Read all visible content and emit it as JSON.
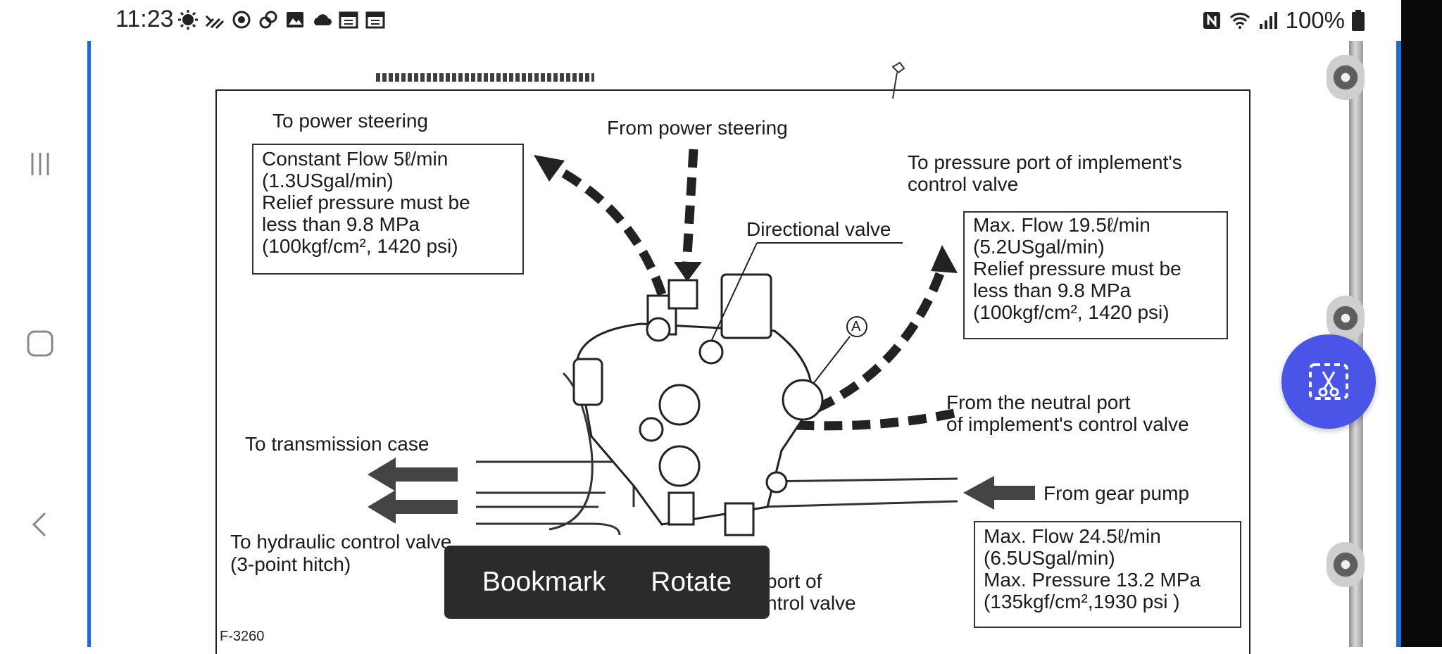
{
  "status_bar": {
    "time": "11:23",
    "battery": "100%",
    "left_icons": [
      "sun-icon",
      "signal-slash-icon",
      "target-icon",
      "link-icon",
      "image-icon",
      "cloud-icon",
      "calendar-icon",
      "calendar-alt-icon"
    ],
    "right_icons": [
      "nfc-icon",
      "wifi-icon",
      "cell-signal-icon",
      "battery-icon"
    ]
  },
  "nav": {
    "items": [
      "recent-apps",
      "home",
      "back"
    ]
  },
  "document": {
    "labels": {
      "to_power_steering": "To power steering",
      "from_power_steering": "From power steering",
      "to_pressure_port_line1": "To pressure port of implement's",
      "to_pressure_port_line2": "control valve",
      "directional_valve": "Directional valve",
      "marker_a": "A",
      "from_neutral_line1": "From the neutral port",
      "from_neutral_line2": "of implement's control valve",
      "to_transmission": "To transmission case",
      "from_gear_pump": "From gear pump",
      "to_hydraulic_line1": "To hydraulic control valve",
      "to_hydraulic_line2": "(3-point hitch)",
      "port_of_partial_line1": "port of",
      "port_of_partial_line2": "ntrol valve",
      "figure_id": "F-3260"
    },
    "spec_power_steering": [
      "Constant Flow 5ℓ/min",
      "(1.3USgal/min)",
      "Relief pressure must be",
      "less than 9.8 MPa",
      "(100kgf/cm², 1420 psi)"
    ],
    "spec_implement": [
      "Max. Flow 19.5ℓ/min",
      "(5.2USgal/min)",
      "Relief pressure must be",
      "less than 9.8 MPa",
      "(100kgf/cm², 1420 psi)"
    ],
    "spec_gear_pump": [
      "Max. Flow 24.5ℓ/min",
      "(6.5USgal/min)",
      "Max. Pressure 13.2 MPa",
      "(135kgf/cm²,1930 psi )"
    ]
  },
  "toast": {
    "bookmark": "Bookmark",
    "rotate": "Rotate"
  },
  "colors": {
    "accent_blue": "#1f6bd1",
    "float_button": "#4a55e8",
    "toast_bg": "#2b2b2b"
  }
}
